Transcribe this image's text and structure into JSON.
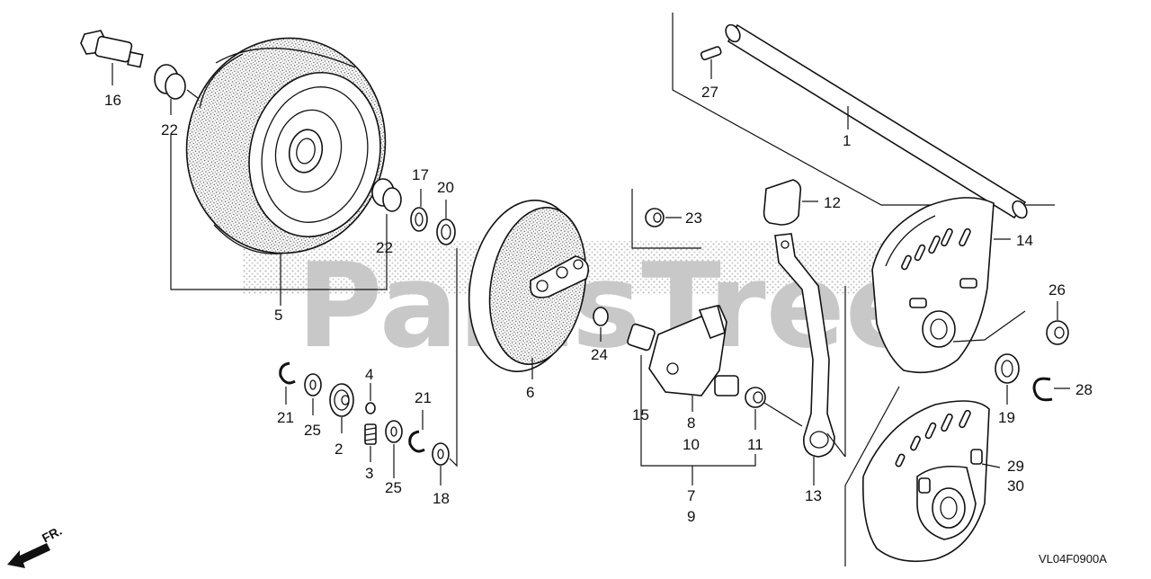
{
  "watermark": "PartsTree",
  "diagram_code": "VL04F0900A",
  "direction_label": "FR.",
  "callouts": {
    "p1": "1",
    "p2": "2",
    "p3": "3",
    "p4": "4",
    "p5": "5",
    "p6": "6",
    "p7": "7",
    "p8": "8",
    "p9": "9",
    "p10": "10",
    "p11": "11",
    "p12": "12",
    "p13": "13",
    "p14": "14",
    "p15": "15",
    "p16": "16",
    "p17": "17",
    "p18": "18",
    "p19": "19",
    "p20": "20",
    "p21a": "21",
    "p21b": "21",
    "p22a": "22",
    "p22b": "22",
    "p23": "23",
    "p24": "24",
    "p25a": "25",
    "p25b": "25",
    "p26": "26",
    "p27": "27",
    "p28": "28",
    "p29": "29",
    "p30": "30"
  }
}
